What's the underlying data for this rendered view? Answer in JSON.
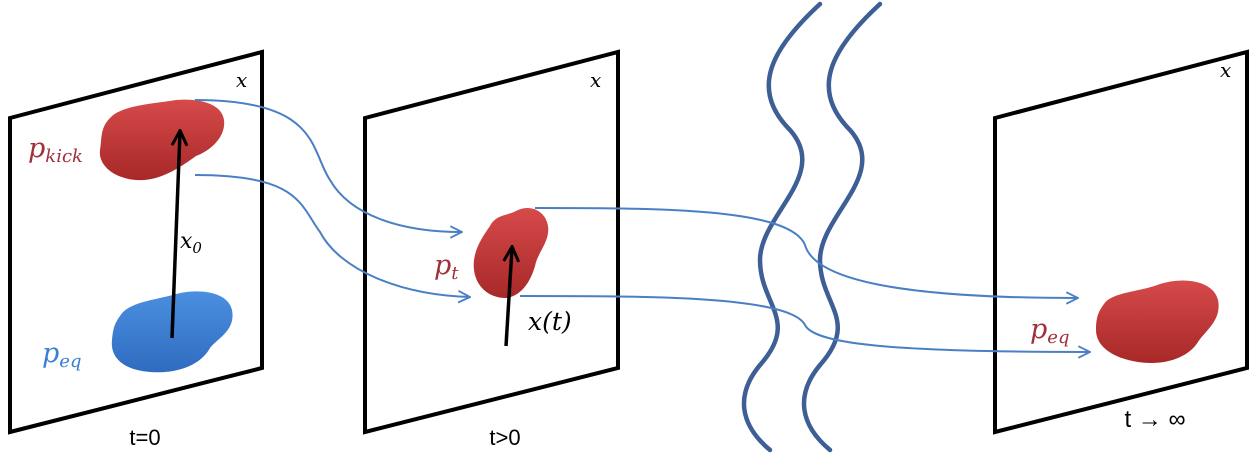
{
  "colors": {
    "red": "#c0393b",
    "red_dark": "#a52a2a",
    "blue": "#3a7fd6",
    "arrow_blue": "#4a7fc4",
    "wave": "#3d5f96",
    "label_red": "#a0303a",
    "label_blue": "#3a7fd6"
  },
  "panels": [
    {
      "axis_label": "x",
      "time_label": "t=0",
      "labels": {
        "kick_base": "p",
        "kick_sub": "kick",
        "eq_base": "p",
        "eq_sub": "eq",
        "x0_base": "x",
        "x0_sub": "0"
      }
    },
    {
      "axis_label": "x",
      "time_label": "t>0",
      "labels": {
        "pt_base": "p",
        "pt_sub": "t",
        "xt": "x(t)"
      }
    },
    {
      "axis_label": "x",
      "time_label": "t → ∞",
      "labels": {
        "eq_base": "p",
        "eq_sub": "eq"
      }
    }
  ]
}
